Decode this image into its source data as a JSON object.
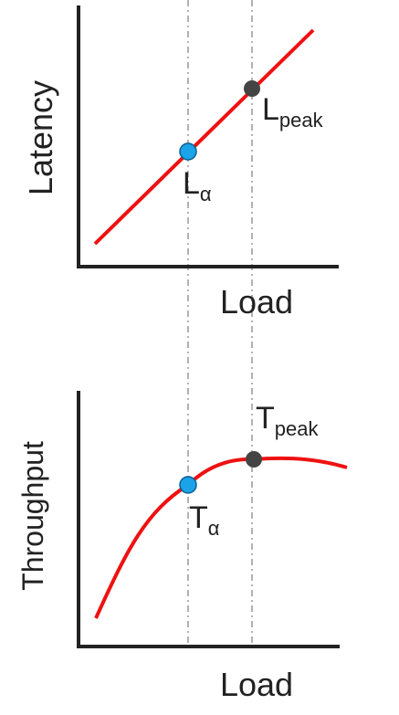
{
  "top_panel": {
    "ylabel": "Latency",
    "xlabel": "Load",
    "point_alpha": {
      "base": "L",
      "sub": "α"
    },
    "point_peak": {
      "base": "L",
      "sub": "peak"
    }
  },
  "bottom_panel": {
    "ylabel": "Throughput",
    "xlabel": "Load",
    "point_alpha": {
      "base": "T",
      "sub": "α"
    },
    "point_peak": {
      "base": "T",
      "sub": "peak"
    }
  },
  "colors": {
    "curve": "#ee1111",
    "axis": "#222222",
    "guide": "#999999",
    "alpha_point": "#1aa3e8",
    "peak_point": "#444444"
  }
}
